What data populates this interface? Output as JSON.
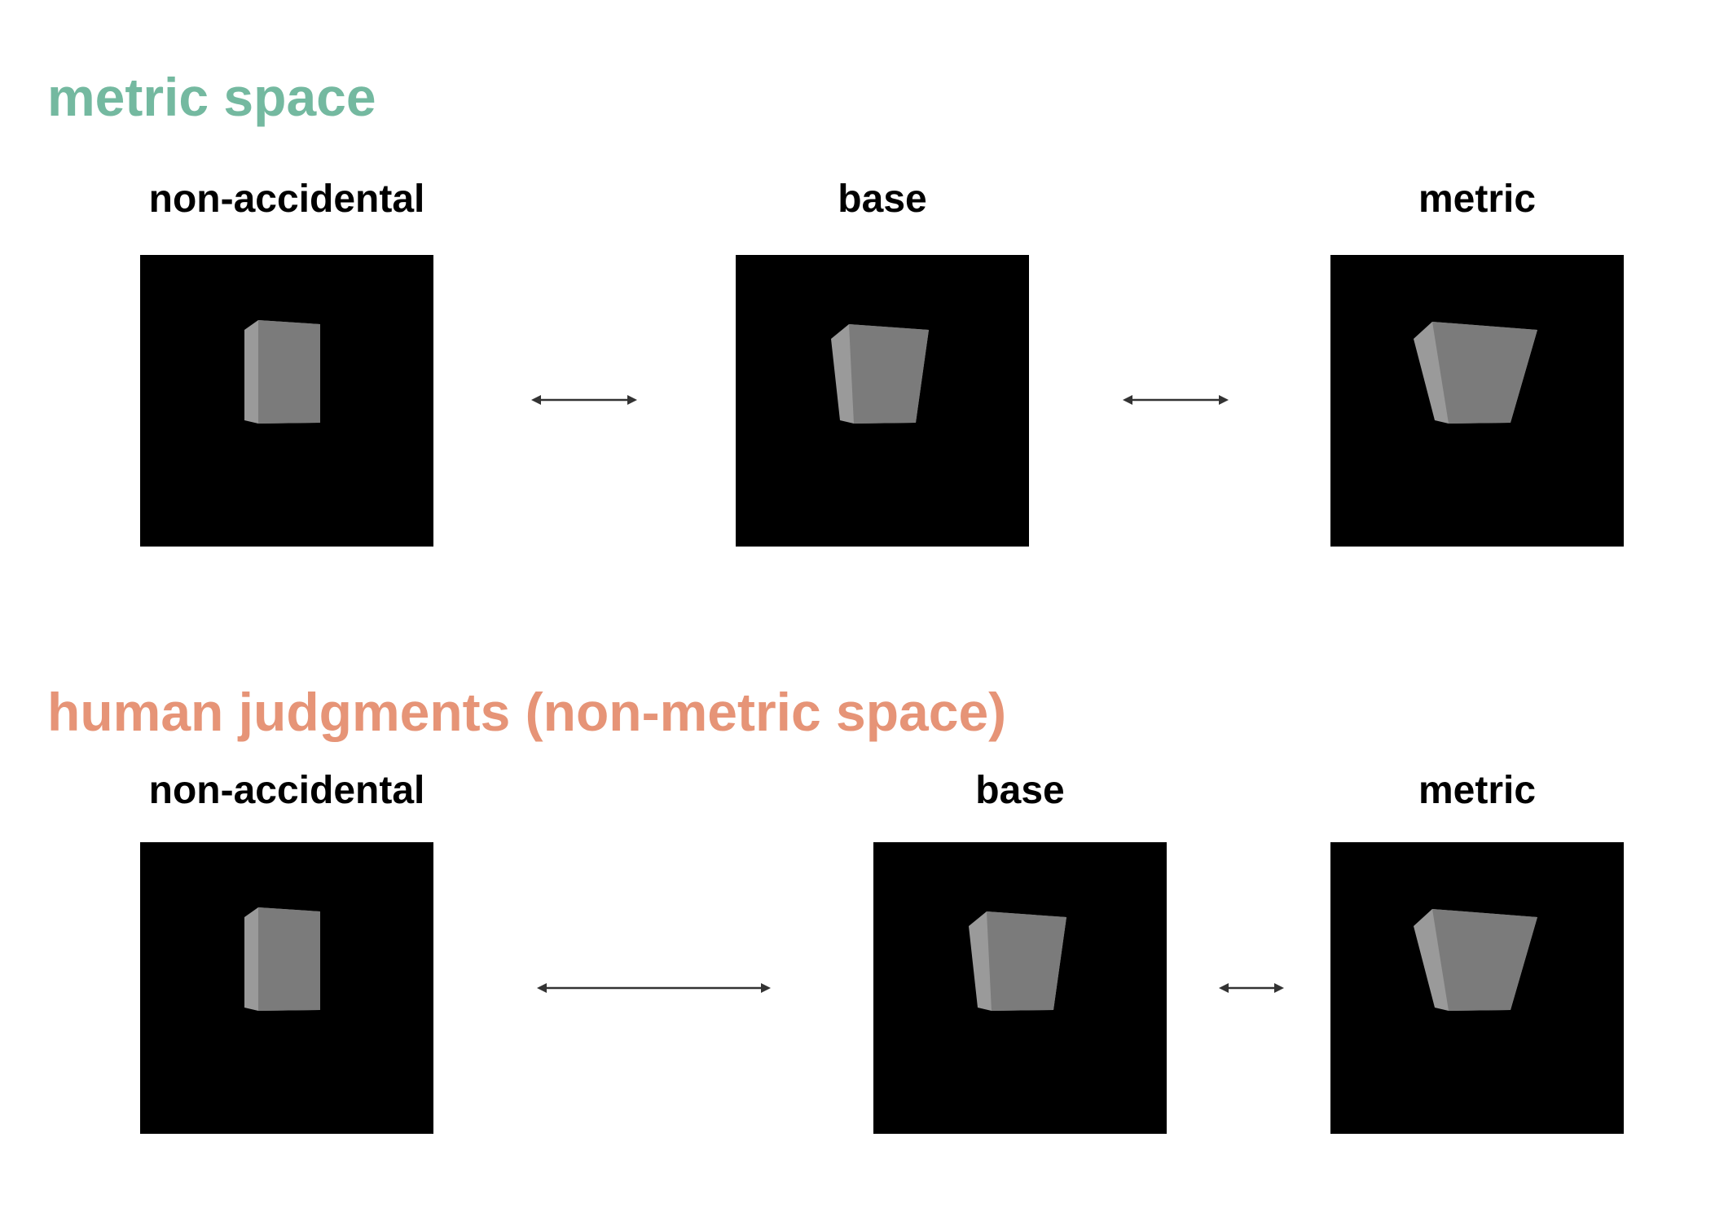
{
  "sections": [
    {
      "title": "metric space",
      "labels": [
        "non-accidental",
        "base",
        "metric"
      ]
    },
    {
      "title": "human judgments (non-metric space)",
      "labels": [
        "non-accidental",
        "base",
        "metric"
      ]
    }
  ],
  "colors": {
    "metric_space_title": "#74b9a0",
    "human_judgments_title": "#e69477",
    "panel_background": "#000000",
    "object_front": "#7b7b7b",
    "object_side": "#9a9a9a",
    "arrow": "#333333"
  }
}
